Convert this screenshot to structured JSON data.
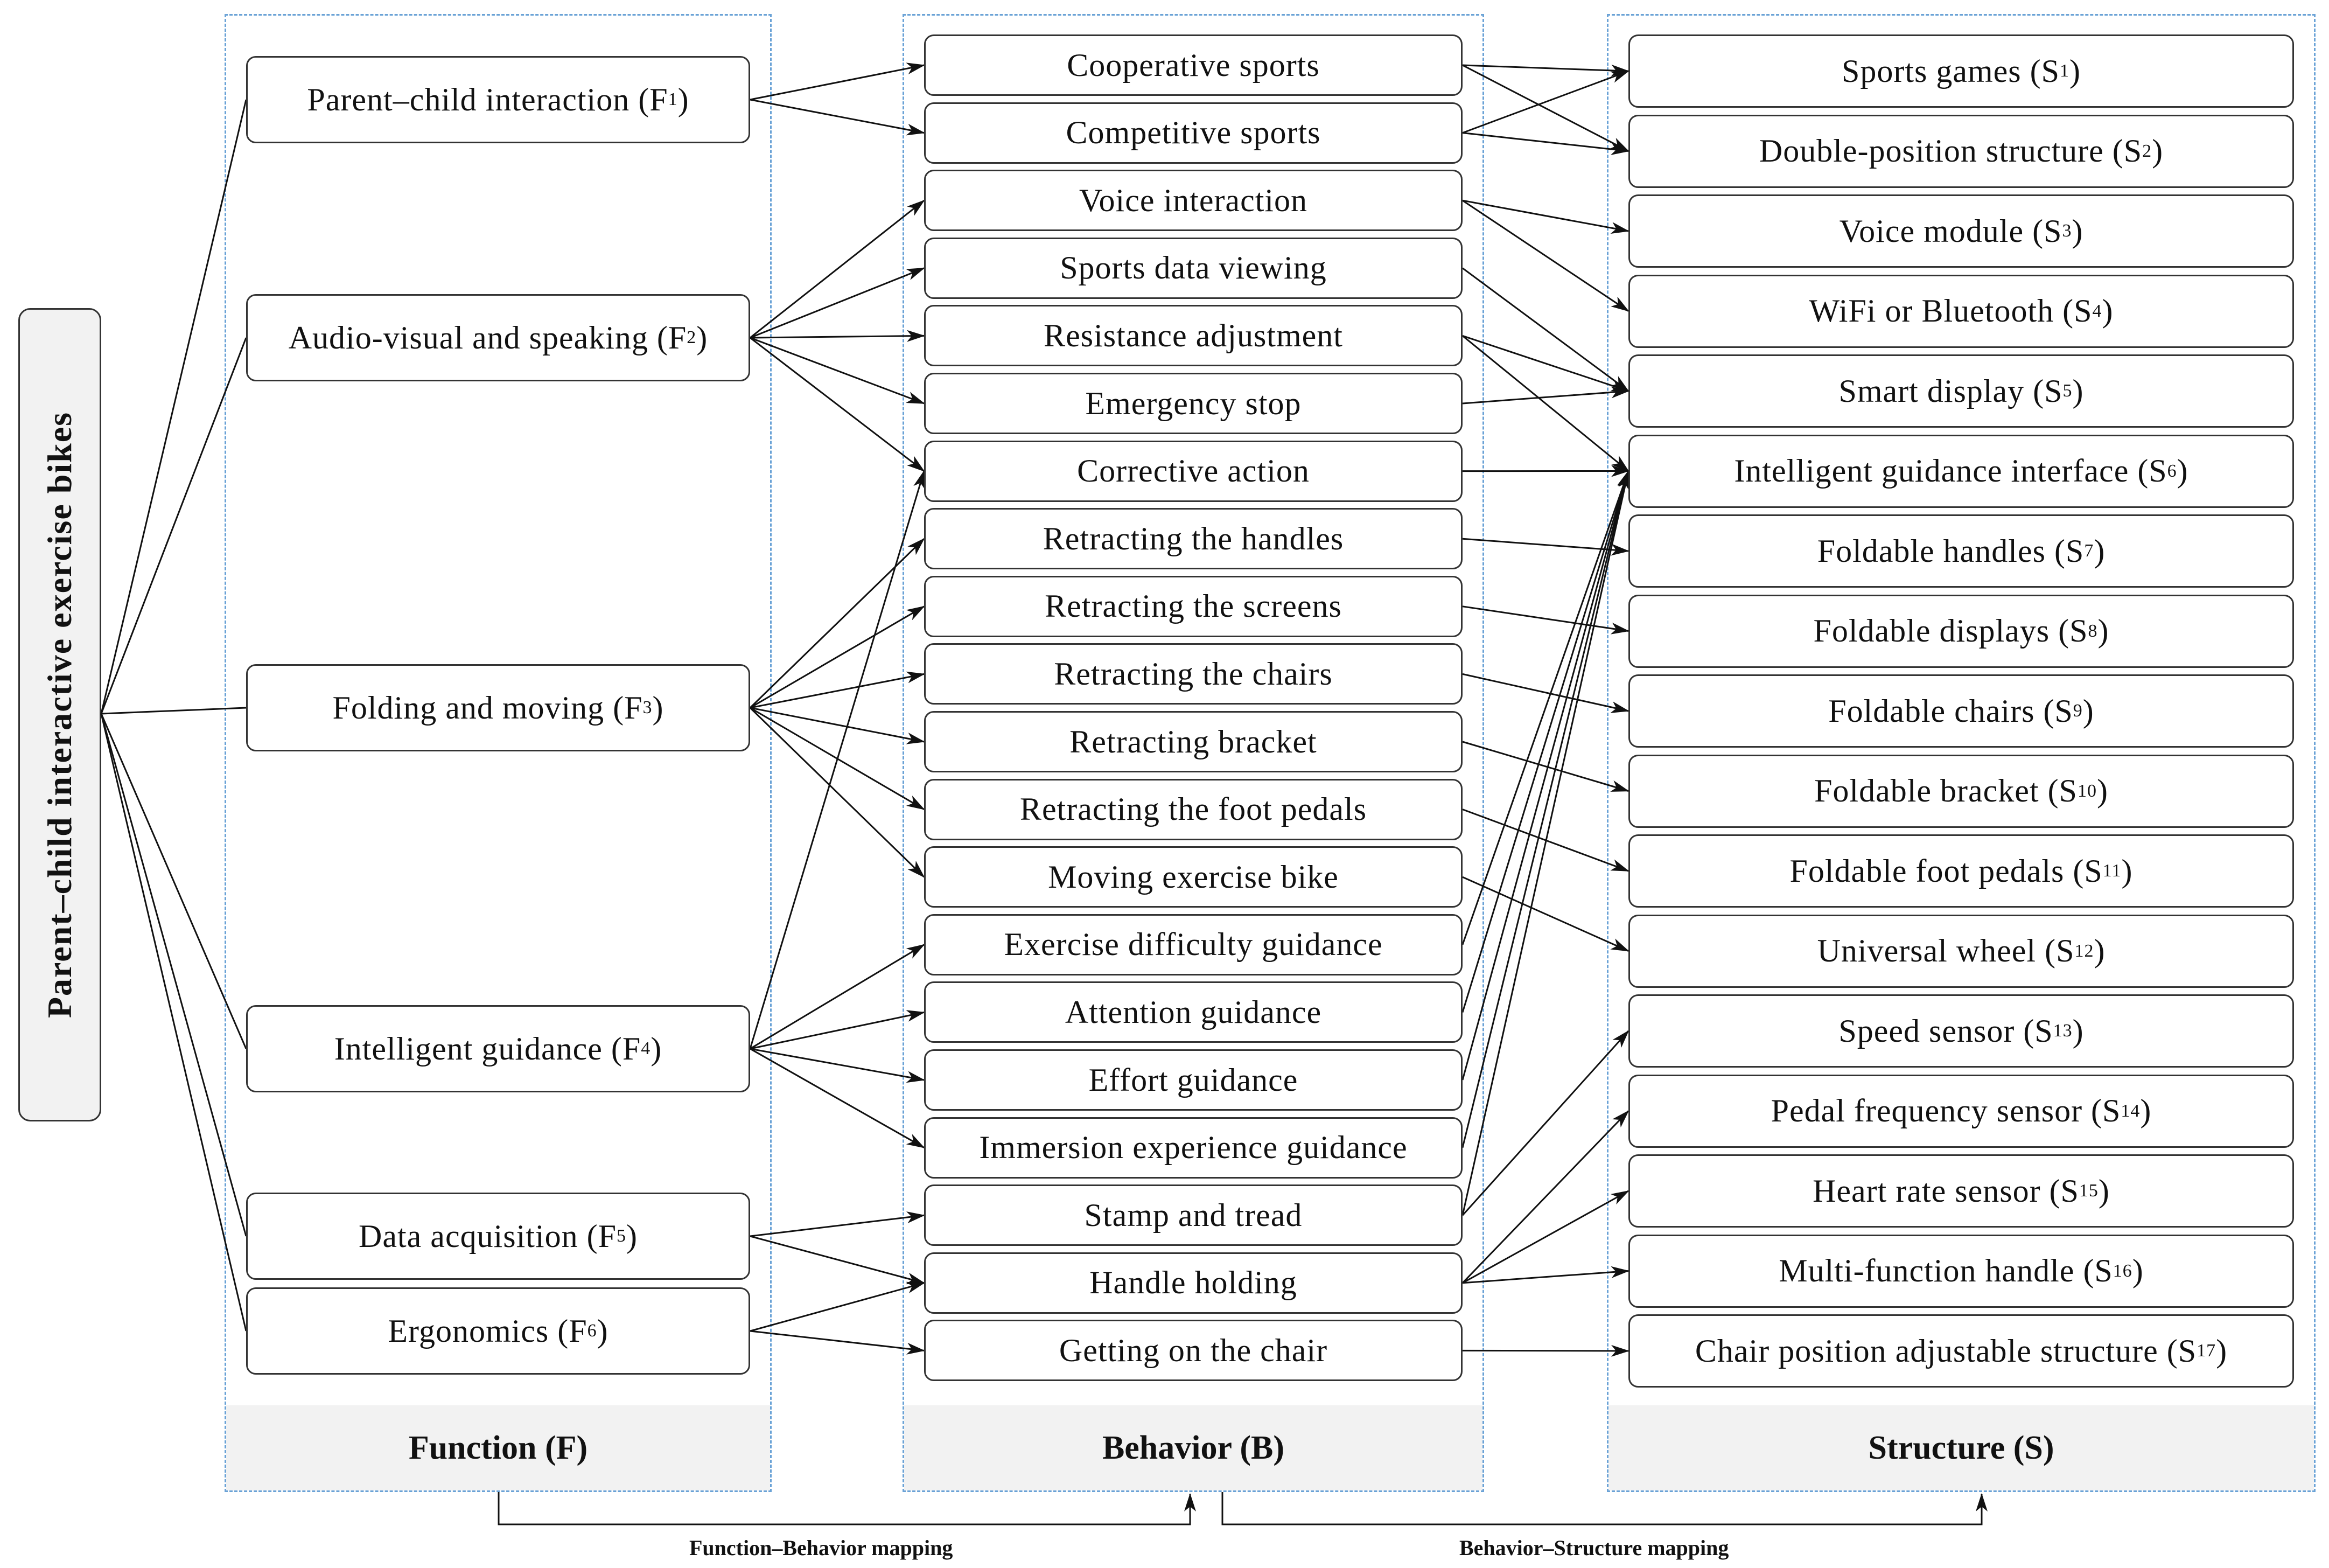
{
  "root": {
    "label": "Parent–child interactive exercise bikes"
  },
  "columns": {
    "function": "Function (F)",
    "behavior": "Behavior (B)",
    "structure": "Structure (S)"
  },
  "functions": [
    {
      "id": "F1",
      "label": "Parent–child interaction (F",
      "sub": "1",
      "end": ")"
    },
    {
      "id": "F2",
      "label": "Audio-visual and speaking (F",
      "sub": "2",
      "end": ")"
    },
    {
      "id": "F3",
      "label": "Folding and moving (F",
      "sub": "3",
      "end": ")"
    },
    {
      "id": "F4",
      "label": "Intelligent guidance (F",
      "sub": "4",
      "end": ")"
    },
    {
      "id": "F5",
      "label": "Data acquisition (F",
      "sub": "5",
      "end": ")"
    },
    {
      "id": "F6",
      "label": "Ergonomics (F",
      "sub": "6",
      "end": ")"
    }
  ],
  "behaviors": [
    "Cooperative sports",
    "Competitive sports",
    "Voice interaction",
    "Sports data viewing",
    "Resistance adjustment",
    "Emergency stop",
    "Corrective action",
    "Retracting the handles",
    "Retracting the screens",
    "Retracting the chairs",
    "Retracting bracket",
    "Retracting the foot pedals",
    "Moving exercise bike",
    "Exercise difficulty guidance",
    "Attention guidance",
    "Effort guidance",
    "Immersion experience guidance",
    "Stamp and tread",
    "Handle holding",
    "Getting on the chair"
  ],
  "structures": [
    {
      "label": "Sports games (S",
      "sub": "1",
      "end": ")"
    },
    {
      "label": "Double-position structure (S",
      "sub": "2",
      "end": ")"
    },
    {
      "label": "Voice module (S",
      "sub": "3",
      "end": ")"
    },
    {
      "label": "WiFi or Bluetooth (S",
      "sub": "4",
      "end": ")"
    },
    {
      "label": "Smart display (S",
      "sub": "5",
      "end": ")"
    },
    {
      "label": "Intelligent guidance interface (S",
      "sub": "6",
      "end": ")"
    },
    {
      "label": "Foldable handles (S",
      "sub": "7",
      "end": ")"
    },
    {
      "label": "Foldable displays (S",
      "sub": "8",
      "end": ")"
    },
    {
      "label": "Foldable chairs (S",
      "sub": "9",
      "end": ")"
    },
    {
      "label": "Foldable bracket (S",
      "sub": "10",
      "end": ")"
    },
    {
      "label": "Foldable foot pedals (S",
      "sub": "11",
      "end": ")"
    },
    {
      "label": "Universal wheel (S",
      "sub": "12",
      "end": ")"
    },
    {
      "label": "Speed sensor (S",
      "sub": "13",
      "end": ")"
    },
    {
      "label": "Pedal frequency sensor (S",
      "sub": "14",
      "end": ")"
    },
    {
      "label": "Heart rate sensor (S",
      "sub": "15",
      "end": ")"
    },
    {
      "label": "Multi-function handle (S",
      "sub": "16",
      "end": ")"
    },
    {
      "label": "Chair position adjustable structure (S",
      "sub": "17",
      "end": ")"
    }
  ],
  "function_behavior_links": [
    [
      0,
      0
    ],
    [
      0,
      1
    ],
    [
      1,
      2
    ],
    [
      1,
      3
    ],
    [
      1,
      4
    ],
    [
      1,
      5
    ],
    [
      1,
      6
    ],
    [
      2,
      7
    ],
    [
      2,
      8
    ],
    [
      2,
      9
    ],
    [
      2,
      10
    ],
    [
      2,
      11
    ],
    [
      2,
      12
    ],
    [
      3,
      6
    ],
    [
      3,
      13
    ],
    [
      3,
      14
    ],
    [
      3,
      15
    ],
    [
      3,
      16
    ],
    [
      4,
      17
    ],
    [
      4,
      18
    ],
    [
      5,
      18
    ],
    [
      5,
      19
    ]
  ],
  "behavior_structure_links": [
    [
      0,
      0
    ],
    [
      0,
      1
    ],
    [
      1,
      0
    ],
    [
      1,
      1
    ],
    [
      2,
      2
    ],
    [
      2,
      3
    ],
    [
      3,
      4
    ],
    [
      4,
      4
    ],
    [
      4,
      5
    ],
    [
      5,
      4
    ],
    [
      6,
      5
    ],
    [
      7,
      6
    ],
    [
      8,
      7
    ],
    [
      9,
      8
    ],
    [
      10,
      9
    ],
    [
      11,
      10
    ],
    [
      12,
      11
    ],
    [
      13,
      5
    ],
    [
      14,
      5
    ],
    [
      15,
      5
    ],
    [
      16,
      5
    ],
    [
      17,
      5
    ],
    [
      17,
      12
    ],
    [
      18,
      13
    ],
    [
      18,
      14
    ],
    [
      18,
      15
    ],
    [
      19,
      16
    ]
  ],
  "mappings": {
    "function_behavior": "Function–Behavior mapping",
    "behavior_structure": "Behavior–Structure mapping"
  }
}
